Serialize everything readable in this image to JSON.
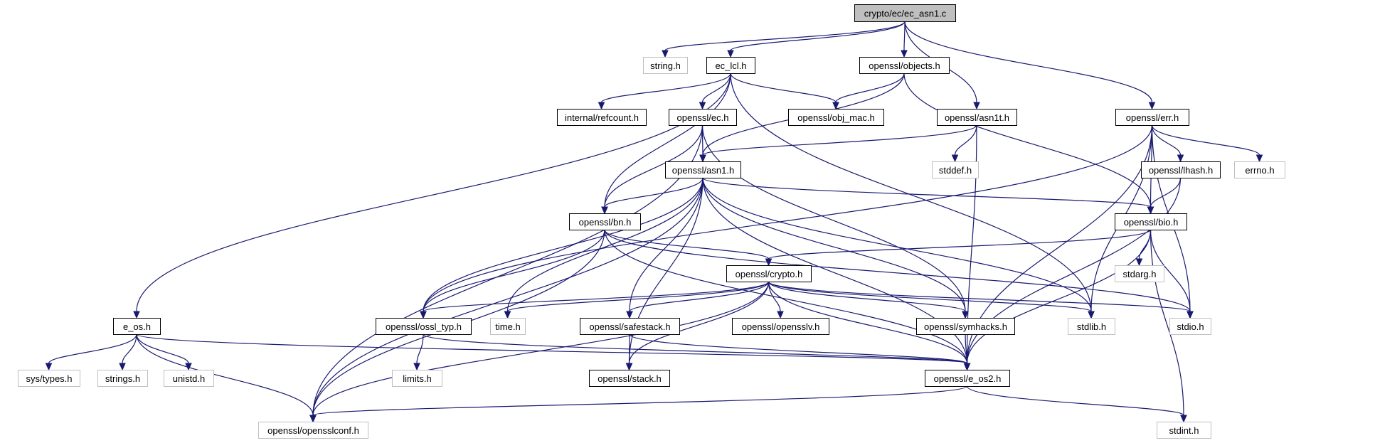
{
  "graph": {
    "title": "",
    "colors": {
      "edge": "#191970",
      "root_fill": "#bfbfbf",
      "node_border": "#000000",
      "external_border": "#bfbfbf"
    },
    "nodes": [
      {
        "id": "root",
        "label": "crypto/ec/ec_asn1.c",
        "kind": "root"
      },
      {
        "id": "string",
        "label": "string.h",
        "kind": "ext"
      },
      {
        "id": "ec_lcl",
        "label": "ec_lcl.h",
        "kind": "normal"
      },
      {
        "id": "objects",
        "label": "openssl/objects.h",
        "kind": "normal"
      },
      {
        "id": "asn1t",
        "label": "openssl/asn1t.h",
        "kind": "normal"
      },
      {
        "id": "err",
        "label": "openssl/err.h",
        "kind": "normal"
      },
      {
        "id": "refcount",
        "label": "internal/refcount.h",
        "kind": "normal"
      },
      {
        "id": "ec",
        "label": "openssl/ec.h",
        "kind": "normal"
      },
      {
        "id": "obj_mac",
        "label": "openssl/obj_mac.h",
        "kind": "normal"
      },
      {
        "id": "stddef",
        "label": "stddef.h",
        "kind": "ext"
      },
      {
        "id": "lhash",
        "label": "openssl/lhash.h",
        "kind": "normal"
      },
      {
        "id": "errno",
        "label": "errno.h",
        "kind": "ext"
      },
      {
        "id": "asn1",
        "label": "openssl/asn1.h",
        "kind": "normal"
      },
      {
        "id": "bio",
        "label": "openssl/bio.h",
        "kind": "normal"
      },
      {
        "id": "bn",
        "label": "openssl/bn.h",
        "kind": "normal"
      },
      {
        "id": "stdarg",
        "label": "stdarg.h",
        "kind": "ext"
      },
      {
        "id": "crypto",
        "label": "openssl/crypto.h",
        "kind": "normal"
      },
      {
        "id": "e_os",
        "label": "e_os.h",
        "kind": "normal"
      },
      {
        "id": "ossl_typ",
        "label": "openssl/ossl_typ.h",
        "kind": "normal"
      },
      {
        "id": "time",
        "label": "time.h",
        "kind": "ext"
      },
      {
        "id": "safestack",
        "label": "openssl/safestack.h",
        "kind": "normal"
      },
      {
        "id": "opensslv",
        "label": "openssl/opensslv.h",
        "kind": "normal"
      },
      {
        "id": "symhacks",
        "label": "openssl/symhacks.h",
        "kind": "normal"
      },
      {
        "id": "stdlib",
        "label": "stdlib.h",
        "kind": "ext"
      },
      {
        "id": "stdio",
        "label": "stdio.h",
        "kind": "ext"
      },
      {
        "id": "systypes",
        "label": "sys/types.h",
        "kind": "ext"
      },
      {
        "id": "strings",
        "label": "strings.h",
        "kind": "ext"
      },
      {
        "id": "unistd",
        "label": "unistd.h",
        "kind": "ext"
      },
      {
        "id": "limits",
        "label": "limits.h",
        "kind": "ext"
      },
      {
        "id": "stack",
        "label": "openssl/stack.h",
        "kind": "normal"
      },
      {
        "id": "e_os2",
        "label": "openssl/e_os2.h",
        "kind": "normal"
      },
      {
        "id": "opensslconf",
        "label": "openssl/opensslconf.h",
        "kind": "ext"
      },
      {
        "id": "stdint",
        "label": "stdint.h",
        "kind": "ext"
      }
    ],
    "edges": [
      [
        "root",
        "string"
      ],
      [
        "root",
        "ec_lcl"
      ],
      [
        "root",
        "objects"
      ],
      [
        "root",
        "asn1t"
      ],
      [
        "root",
        "err"
      ],
      [
        "ec_lcl",
        "e_os"
      ],
      [
        "ec_lcl",
        "refcount"
      ],
      [
        "ec_lcl",
        "ec"
      ],
      [
        "ec_lcl",
        "obj_mac"
      ],
      [
        "ec_lcl",
        "bn"
      ],
      [
        "ec_lcl",
        "stdlib"
      ],
      [
        "objects",
        "obj_mac"
      ],
      [
        "objects",
        "asn1"
      ],
      [
        "objects",
        "bio"
      ],
      [
        "asn1t",
        "asn1"
      ],
      [
        "asn1t",
        "stddef"
      ],
      [
        "asn1t",
        "e_os2"
      ],
      [
        "err",
        "lhash"
      ],
      [
        "err",
        "errno"
      ],
      [
        "err",
        "bio"
      ],
      [
        "err",
        "stdlib"
      ],
      [
        "err",
        "stdio"
      ],
      [
        "err",
        "e_os2"
      ],
      [
        "err",
        "ossl_typ"
      ],
      [
        "ec",
        "asn1"
      ],
      [
        "ec",
        "bn"
      ],
      [
        "ec",
        "symhacks"
      ],
      [
        "ec",
        "opensslconf"
      ],
      [
        "lhash",
        "bio"
      ],
      [
        "lhash",
        "e_os2"
      ],
      [
        "asn1",
        "bio"
      ],
      [
        "asn1",
        "bn"
      ],
      [
        "asn1",
        "ossl_typ"
      ],
      [
        "asn1",
        "time"
      ],
      [
        "asn1",
        "safestack"
      ],
      [
        "asn1",
        "symhacks"
      ],
      [
        "asn1",
        "e_os2"
      ],
      [
        "asn1",
        "stack"
      ],
      [
        "asn1",
        "opensslconf"
      ],
      [
        "asn1",
        "stdlib"
      ],
      [
        "bio",
        "crypto"
      ],
      [
        "bio",
        "stdarg"
      ],
      [
        "bio",
        "stdio"
      ],
      [
        "bio",
        "e_os2"
      ],
      [
        "bio",
        "stdint"
      ],
      [
        "bn",
        "crypto"
      ],
      [
        "bn",
        "ossl_typ"
      ],
      [
        "bn",
        "e_os2"
      ],
      [
        "bn",
        "stdio"
      ],
      [
        "bn",
        "opensslconf"
      ],
      [
        "crypto",
        "ossl_typ"
      ],
      [
        "crypto",
        "time"
      ],
      [
        "crypto",
        "safestack"
      ],
      [
        "crypto",
        "opensslv"
      ],
      [
        "crypto",
        "symhacks"
      ],
      [
        "crypto",
        "stdlib"
      ],
      [
        "crypto",
        "stdio"
      ],
      [
        "crypto",
        "e_os2"
      ],
      [
        "crypto",
        "stack"
      ],
      [
        "crypto",
        "opensslconf"
      ],
      [
        "e_os",
        "systypes"
      ],
      [
        "e_os",
        "strings"
      ],
      [
        "e_os",
        "unistd"
      ],
      [
        "e_os",
        "e_os2"
      ],
      [
        "e_os",
        "opensslconf"
      ],
      [
        "ossl_typ",
        "limits"
      ],
      [
        "ossl_typ",
        "e_os2"
      ],
      [
        "safestack",
        "stack"
      ],
      [
        "safestack",
        "e_os2"
      ],
      [
        "symhacks",
        "e_os2"
      ],
      [
        "e_os2",
        "opensslconf"
      ],
      [
        "e_os2",
        "stdint"
      ]
    ]
  }
}
